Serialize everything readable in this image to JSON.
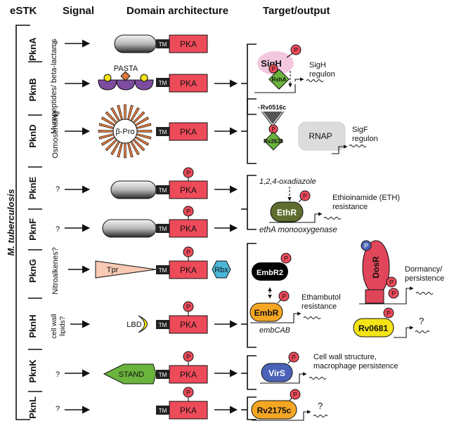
{
  "headers": {
    "estk": "eSTK",
    "signal": "Signal",
    "domain": "Domain  architecture",
    "target": "Target/output"
  },
  "organism": "M. tuberculosis",
  "common": {
    "tm": "TM",
    "pka": "PKA",
    "p": "P",
    "q": "?"
  },
  "kinases": [
    "PknA",
    "PknB",
    "PknD",
    "PknE",
    "PknF",
    "PknG",
    "PknH",
    "PknK",
    "PknL"
  ],
  "signals": {
    "pkna": "?",
    "pknb": "Muropeptides/ beta-lactams",
    "pknd": "Osmosensing",
    "pkne": "?",
    "pknf": "?",
    "pkng": "Nitroalkenes?",
    "pknh_1": "cell wall",
    "pknh_2": "lipids?",
    "pknk": "?",
    "pknl": "?"
  },
  "domains": {
    "pasta": "PASTA",
    "bpro": "β-Pro",
    "tpr": "Tpr",
    "rbx": "Rbx",
    "lbd": "LBD",
    "stand": "STAND"
  },
  "targets": {
    "sigh": "SigH",
    "rsha": "RshA",
    "sigh_regulon_1": "SigH",
    "sigh_regulon_2": "regulon",
    "rv0516c": "Rv0516c",
    "rv2638": "Rv2638",
    "rnap": "RNAP",
    "sigf_regulon_1": "SigF",
    "sigf_regulon_2": "regulon",
    "oxadiazole": "1,2,4-oxadiazole",
    "ethr": "EthR",
    "eth_1": "Ethioinamide (ETH)",
    "eth_2": "resistance",
    "etha": "ethA monooxygenase",
    "embr2": "EmbR2",
    "embr": "EmbR",
    "emb_1": "Ethambutol",
    "emb_2": "resistance",
    "embcab": "embCAB",
    "dosr": "DosR",
    "dorm_1": "Dormancy/",
    "dorm_2": "persistence",
    "rv0681": "Rv0681",
    "virs": "VirS",
    "virs_1": "Cell wall structure,",
    "virs_2": "macrophage persistence",
    "rv2175c": "Rv2175c"
  },
  "colors": {
    "pka": "#ee4b5a",
    "phospho": "#ee4b5a",
    "dosr_phospho": "#4a63b8",
    "sigh": "#f3c8df",
    "rsha": "#6ab43d",
    "ethr": "#5f6e2e",
    "embr2": "#000000",
    "embr": "#f5a623",
    "dosr": "#e0465a",
    "rv0681": "#f4e415",
    "virs": "#4a63b8",
    "rv2175c": "#f5a623",
    "rnap": "#dcdcdc",
    "stand": "#6ab43d",
    "tpr": "#f8c9b3",
    "rbx": "#4bb8d9",
    "pasta": "#7e4c9f",
    "lbd": "#f4e415",
    "bpro": "#e07a3c"
  }
}
